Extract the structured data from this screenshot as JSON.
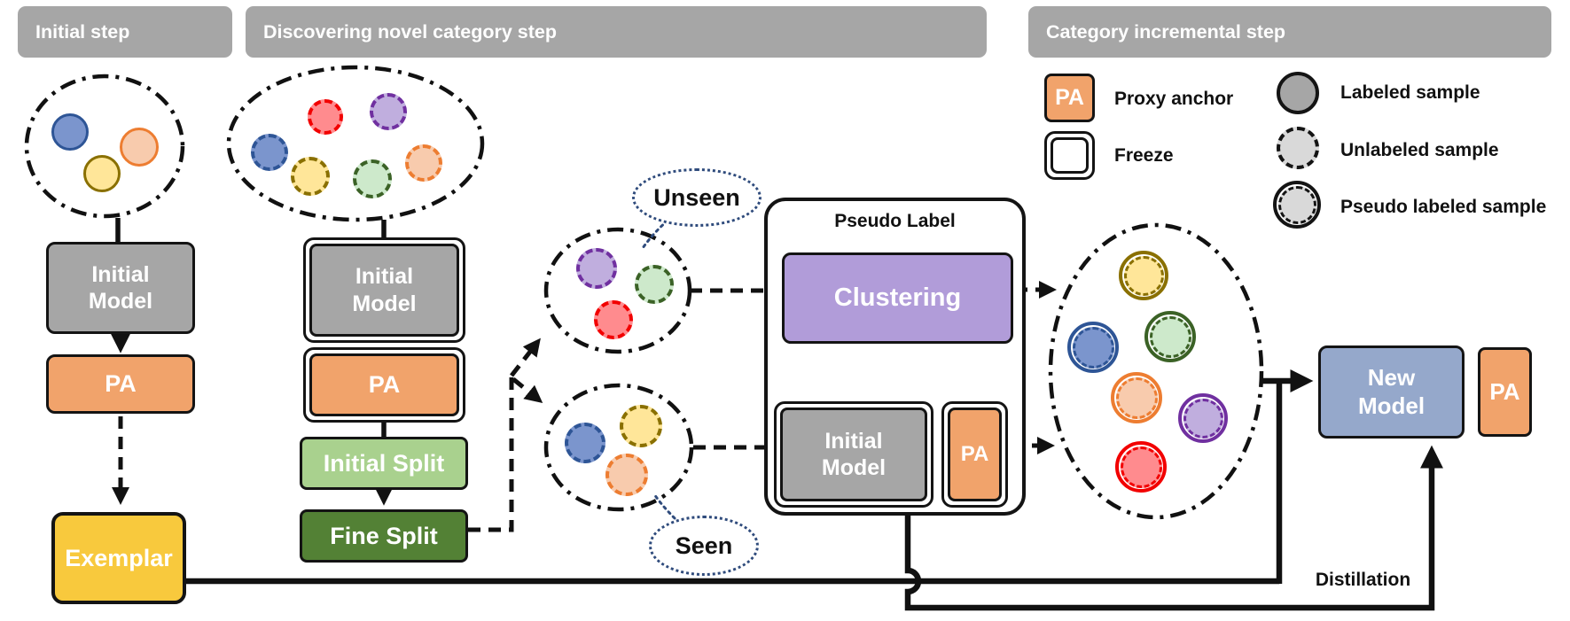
{
  "headers": [
    "Initial step",
    "Discovering novel category step",
    "Category incremental step"
  ],
  "initial_step": {
    "model": "Initial Model",
    "pa": "PA",
    "exemplar": "Exemplar"
  },
  "novel_step": {
    "model": "Initial Model",
    "pa": "PA",
    "initial_split": "Initial Split",
    "fine_split": "Fine Split",
    "unseen_bubble": "Unseen",
    "seen_bubble": "Seen"
  },
  "pseudo": {
    "title": "Pseudo Label",
    "clustering": "Clustering",
    "model": "Initial Model",
    "pa": "PA"
  },
  "incremental_step": {
    "new_model": "New Model",
    "pa": "PA",
    "distillation": "Distillation"
  },
  "legend": {
    "proxy_anchor_icon": "PA",
    "proxy_anchor": "Proxy anchor",
    "freeze": "Freeze",
    "labeled": "Labeled sample",
    "unlabeled": "Unlabeled sample",
    "pseudo_labeled": "Pseudo labeled sample"
  },
  "sample_groups": {
    "initial_labeled": [
      "blue",
      "orange",
      "yellow"
    ],
    "novel_unlabeled": [
      "blue",
      "red",
      "purple",
      "yellow",
      "green",
      "orange"
    ],
    "unseen": [
      "purple",
      "green",
      "red"
    ],
    "seen": [
      "blue",
      "yellow",
      "orange"
    ],
    "pseudo_labeled": [
      "yellow",
      "blue",
      "green",
      "orange",
      "purple",
      "red"
    ]
  },
  "palette": {
    "blue_fill": "#7b95cd",
    "blue_border": "#2e5596",
    "orange_fill": "#f8cbad",
    "orange_border": "#ed7d31",
    "yellow_fill": "#ffe699",
    "yellow_border": "#8a7000",
    "red_fill": "#ff8b8e",
    "red_border": "#f20000",
    "purple_fill": "#c0aede",
    "purple_border": "#7030a0",
    "green_fill": "#cde9cb",
    "green_border": "#3b6226",
    "gray_box": "#a6a6a6",
    "pa_orange": "#f1a36b",
    "exemplar_yellow": "#f8c93d",
    "initial_split_green": "#a9d18e",
    "fine_split_green": "#538135",
    "clustering_purple": "#b19cd9",
    "new_model_blue": "#95a8cb",
    "header_gray": "#a6a6a6",
    "legend_gray": "#a6a6a6",
    "legend_light_gray": "#d9d9d9",
    "bubble_border": "#2f4b7c"
  }
}
